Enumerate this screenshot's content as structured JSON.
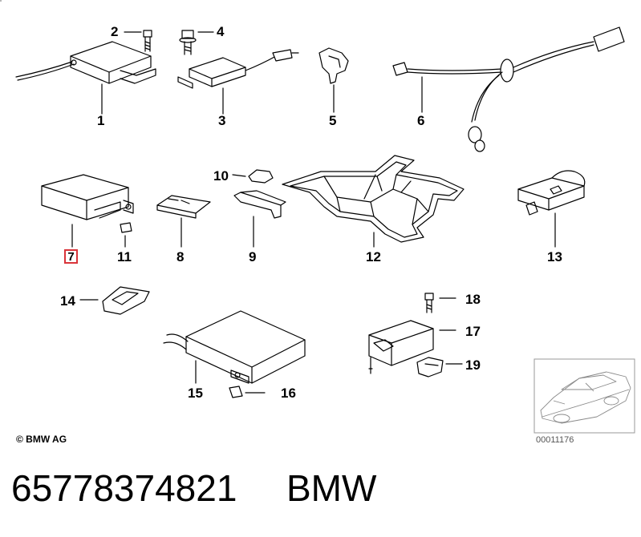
{
  "callouts": {
    "c1": "1",
    "c2": "2",
    "c3": "3",
    "c4": "4",
    "c5": "5",
    "c6": "6",
    "c7": "7",
    "c8": "8",
    "c9": "9",
    "c10": "10",
    "c11": "11",
    "c12": "12",
    "c13": "13",
    "c14": "14",
    "c15": "15",
    "c16": "16",
    "c17": "17",
    "c18": "18",
    "c19": "19"
  },
  "highlighted_callout": "7",
  "copyright": "© BMW AG",
  "diagram_ref": "00011176",
  "part_number": "65778374821",
  "brand": "BMW",
  "colors": {
    "line": "#000000",
    "highlight": "#d9343a",
    "thumbnail_border": "#9a9a9a"
  }
}
